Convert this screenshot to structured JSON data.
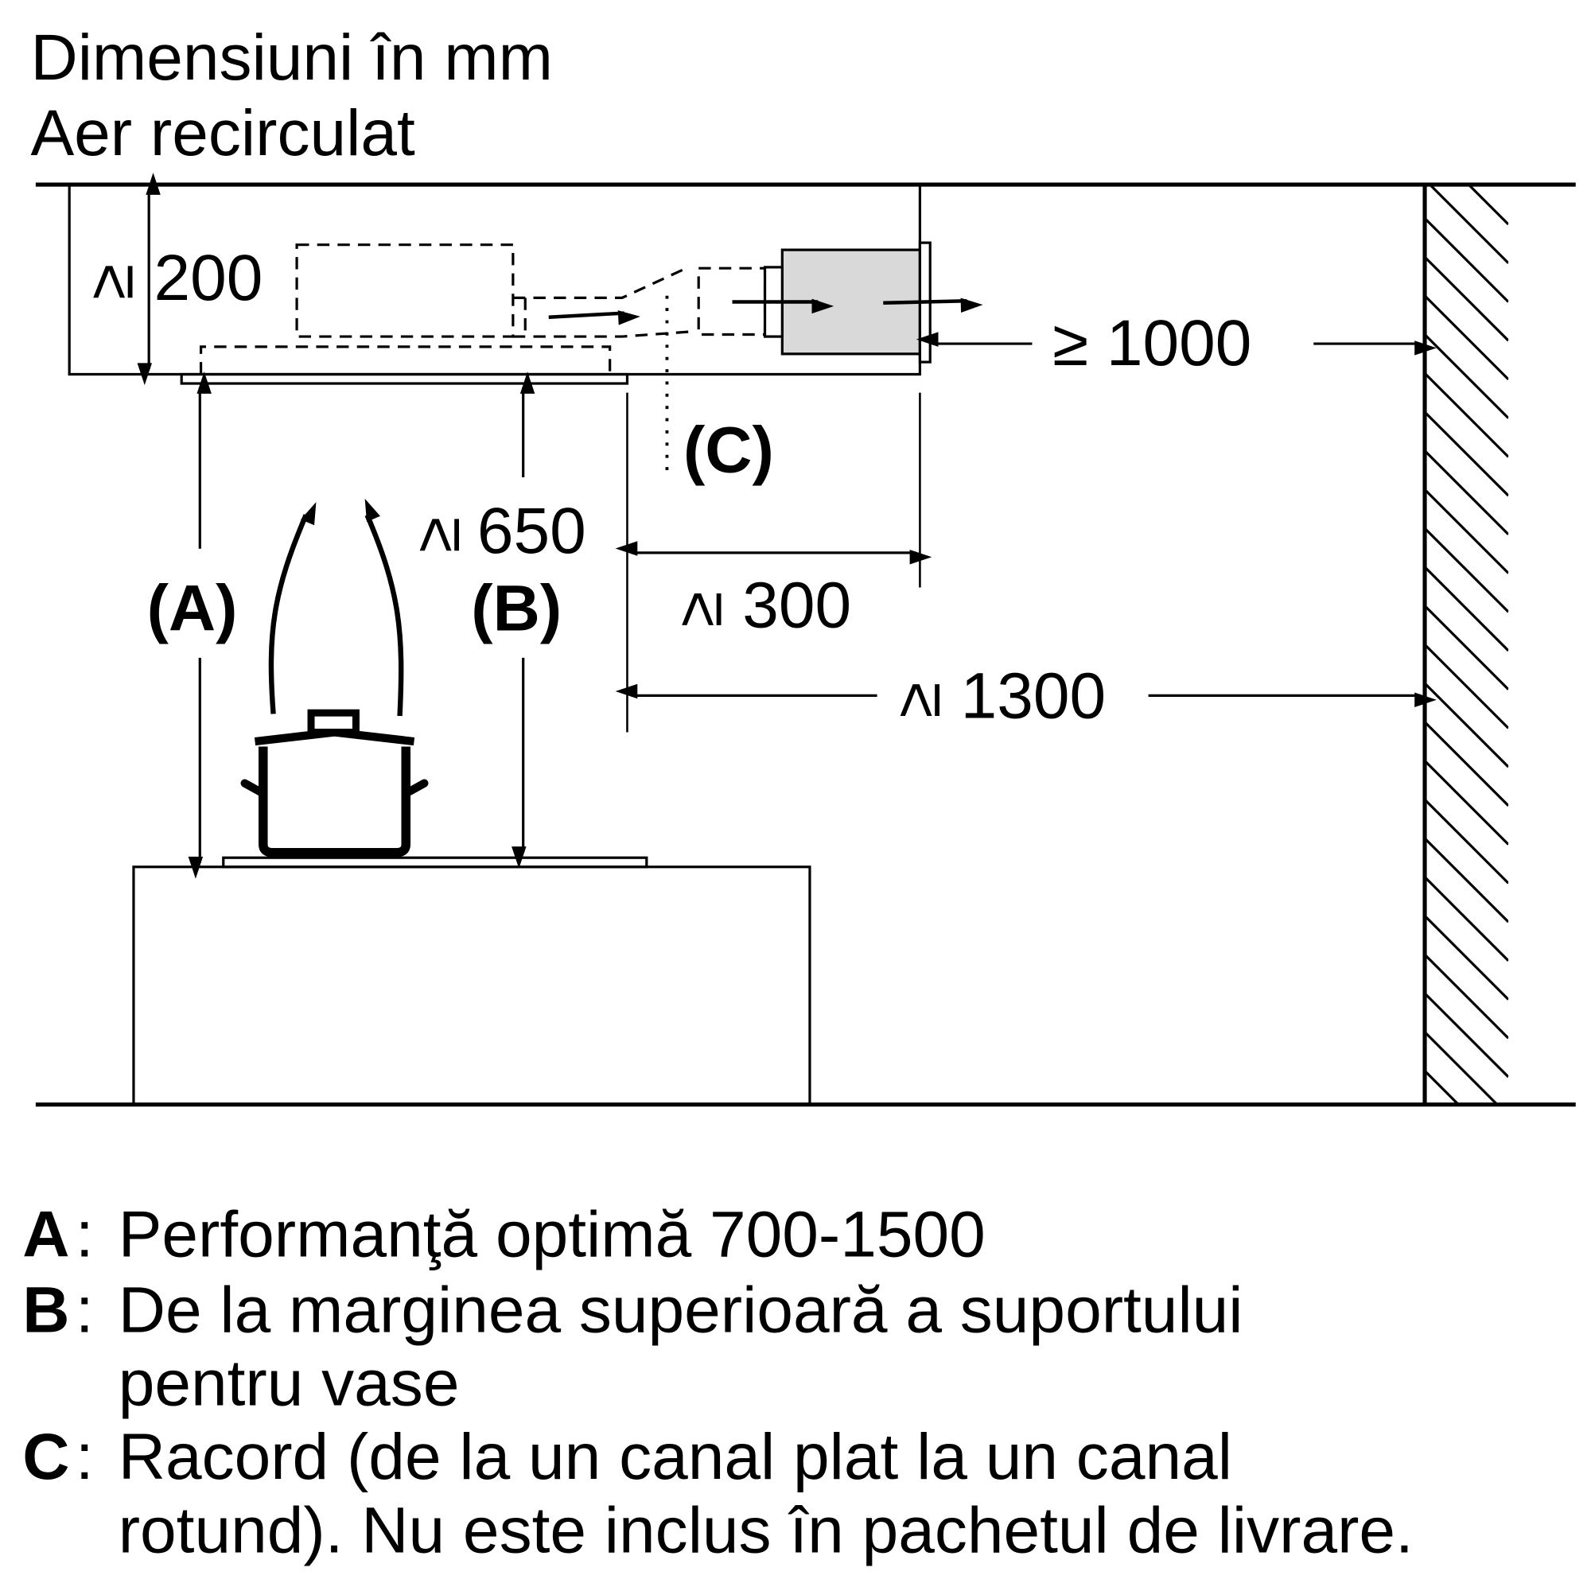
{
  "title": {
    "line1": "Dimensiuni în mm",
    "line2": "Aer recirculat"
  },
  "dimensions": {
    "d200": "≥ 200",
    "d1000": "≥ 1000",
    "d650": "≥ 650",
    "d300": "≥ 300",
    "d1300": "≥ 1300"
  },
  "labels": {
    "a": "(A)",
    "b": "(B)",
    "c": "(C)"
  },
  "legend": [
    {
      "key": "A",
      "lines": [
        "Performanţă optimă 700-1500"
      ]
    },
    {
      "key": "B",
      "lines": [
        "De la marginea superioară a suportului",
        "pentru vase"
      ]
    },
    {
      "key": "C",
      "lines": [
        "Racord (de la un canal plat la un canal",
        "rotund). Nu este inclus în pachetul de livrare."
      ]
    }
  ],
  "colors": {
    "duct_fill": "#d9d9d9",
    "line": "#000000"
  }
}
